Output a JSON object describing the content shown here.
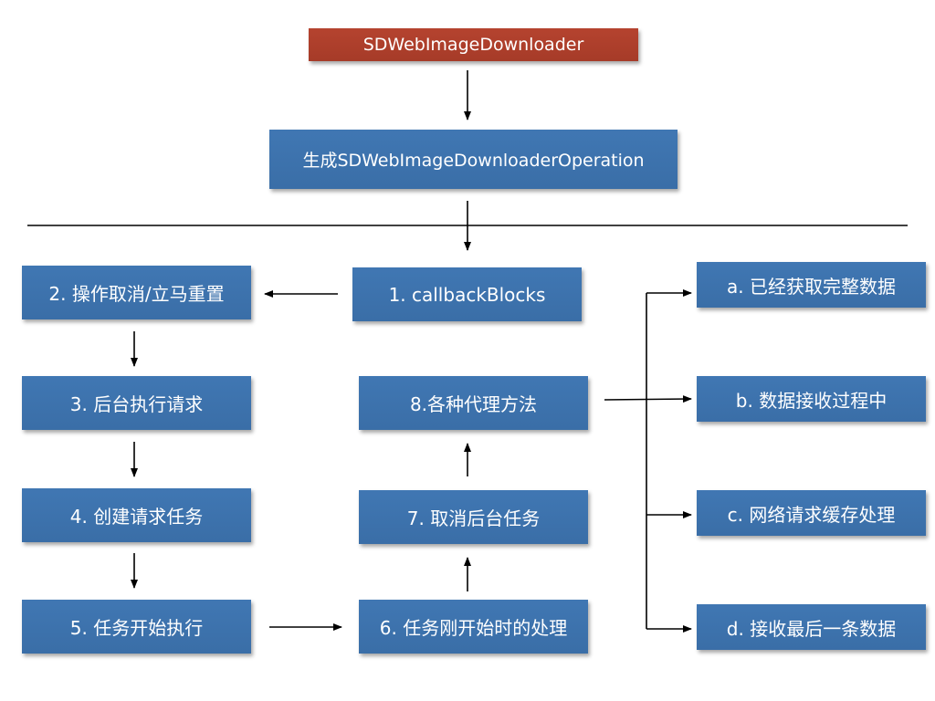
{
  "diagram": {
    "top_box": "SDWebImageDownloader",
    "generate_box": "生成SDWebImageDownloaderOperation",
    "steps": {
      "s1": "1. callbackBlocks",
      "s2": "2. 操作取消/立马重置",
      "s3": "3. 后台执行请求",
      "s4": "4. 创建请求任务",
      "s5": "5. 任务开始执行",
      "s6": "6. 任务刚开始时的处理",
      "s7": "7. 取消后台任务",
      "s8": "8.各种代理方法"
    },
    "delegates": {
      "a": "a. 已经获取完整数据",
      "b": "b. 数据接收过程中",
      "c": "c. 网络请求缓存处理",
      "d": "d. 接收最后一条数据"
    }
  },
  "colors": {
    "blue_box": "#3c72ad",
    "red_box": "#aa3e2b",
    "line": "#000000"
  }
}
